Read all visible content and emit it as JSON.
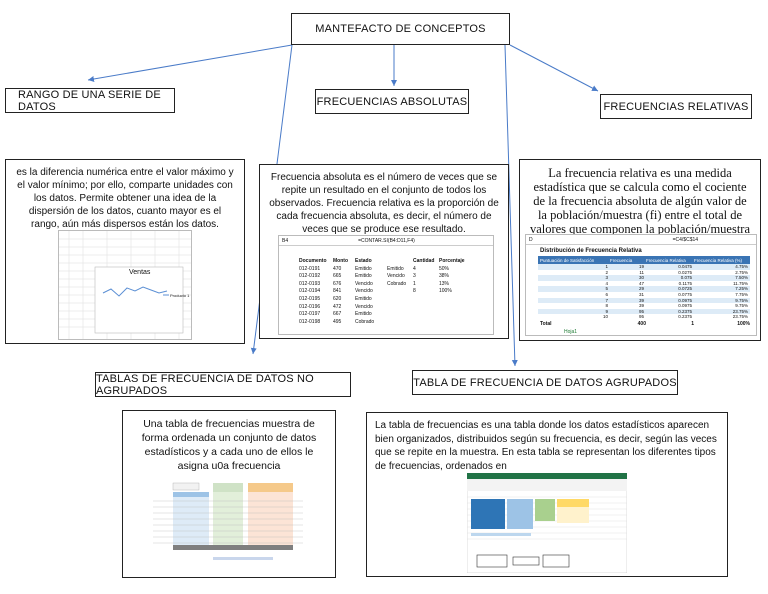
{
  "root": {
    "title": "MANTEFACTO DE CONCEPTOS"
  },
  "nodes": {
    "rango": {
      "title": "RANGO DE UNA SERIE DE DATOS",
      "description": "es la diferencia numérica entre el valor máximo y el valor mínimo; por ello, comparte unidades con los datos. Permite obtener una idea de la dispersión de los datos, cuanto mayor es el rango, aún más dispersos están los datos."
    },
    "absolutas": {
      "title": "FRECUENCIAS ABSOLUTAS",
      "description": "Frecuencia absoluta es el número de veces que se repite un resultado en el conjunto de todos los observados. Frecuencia relativa es la proporción de cada frecuencia absoluta, es decir, el número de veces que se produce ese resultado."
    },
    "relativas": {
      "title": "FRECUENCIAS RELATIVAS",
      "description": "La frecuencia relativa es una medida estadística que se calcula como el cociente de la frecuencia absoluta de algún valor de la población/muestra (fi) entre el total de valores que componen la población/muestra (N)."
    },
    "no_agrupados": {
      "title": "TABLAS DE FRECUENCIA DE DATOS NO AGRUPADOS",
      "description": "Una tabla de frecuencias muestra de forma ordenada un conjunto de datos estadísticos y a cada uno de ellos le asigna u0a frecuencia"
    },
    "agrupados": {
      "title": "TABLA DE FRECUENCIA DE DATOS AGRUPADOS",
      "description": "La tabla de frecuencias es una tabla donde los datos estadísticos aparecen bien organizados, distribuidos según su frecuencia, es decir, según las veces que se repite en la muestra. En esta tabla se representan los diferentes tipos de frecuencias, ordenados en"
    }
  },
  "screens": {
    "rango_chart": {
      "title": "Ventas",
      "legend": "Producto 1"
    },
    "absolutas_sheet": {
      "cell_ref": "B4",
      "formula": "=CONTAR.SI(B4:D11,F4)",
      "headers": [
        "Documento",
        "Monto",
        "Estado"
      ],
      "rows": [
        [
          "012-0191",
          "470",
          "Emitido"
        ],
        [
          "012-0192",
          "665",
          "Emitido"
        ],
        [
          "012-0193",
          "676",
          "Vencido"
        ],
        [
          "012-0194",
          "841",
          "Vencido"
        ],
        [
          "012-0195",
          "620",
          "Emitido"
        ],
        [
          "012-0196",
          "472",
          "Vencido"
        ],
        [
          "012-0197",
          "667",
          "Emitido"
        ],
        [
          "012-0198",
          "495",
          "Cobrado"
        ]
      ],
      "summary_headers": [
        "Cantidad",
        "Porcentaje"
      ],
      "summary": [
        [
          "Emitido",
          "4",
          "50%"
        ],
        [
          "Vencido",
          "3",
          "38%"
        ],
        [
          "Cobrado",
          "1",
          "13%"
        ],
        [
          "",
          "8",
          "100%"
        ]
      ]
    },
    "relativas_sheet": {
      "cell_ref": "D",
      "formula": "=C4/$C$14",
      "title": "Distribución de Frecuencia Relativa",
      "headers": [
        "Puntuación de Satisfacción",
        "Frecuencia",
        "Frecuencia Relativa",
        "Frecuencia Relativa (%)"
      ],
      "rows": [
        [
          "1",
          "19",
          "0.0475",
          "4.75%"
        ],
        [
          "2",
          "11",
          "0.0275",
          "2.75%"
        ],
        [
          "3",
          "30",
          "0.075",
          "7.50%"
        ],
        [
          "4",
          "47",
          "0.1175",
          "11.75%"
        ],
        [
          "5",
          "29",
          "0.0725",
          "7.25%"
        ],
        [
          "6",
          "31",
          "0.0775",
          "7.75%"
        ],
        [
          "7",
          "39",
          "0.0975",
          "9.75%"
        ],
        [
          "8",
          "39",
          "0.0975",
          "9.75%"
        ],
        [
          "9",
          "95",
          "0.2375",
          "23.75%"
        ],
        [
          "10",
          "95",
          "0.2375",
          "23.75%"
        ]
      ],
      "total": [
        "Total",
        "400",
        "1",
        "100%"
      ],
      "sheet_tab": "Hoja1"
    }
  }
}
